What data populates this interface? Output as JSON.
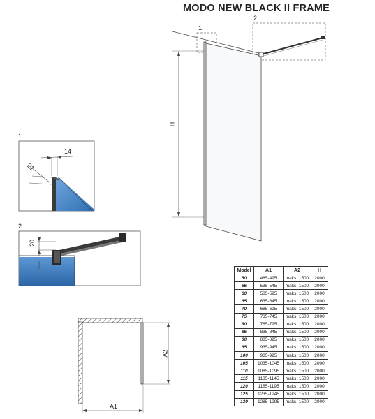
{
  "title": "MODO NEW BLACK II FRAME",
  "labels": {
    "detail1_main": "1.",
    "detail2_main": "2.",
    "detail1_side": "1.",
    "detail2_side": "2.",
    "height_dim": "H",
    "profile_width": "14",
    "profile_depth": "21",
    "bar_height": "20",
    "plan_a1": "A1",
    "plan_a2": "A2"
  },
  "table": {
    "headers": [
      "Model",
      "A1",
      "A2",
      "H"
    ],
    "rows": [
      [
        "50",
        "485-495",
        "maks. 1500",
        "2000"
      ],
      [
        "55",
        "535-545",
        "maks. 1500",
        "2000"
      ],
      [
        "60",
        "585-595",
        "maks. 1500",
        "2000"
      ],
      [
        "65",
        "635-645",
        "maks. 1500",
        "2000"
      ],
      [
        "70",
        "685-695",
        "maks. 1500",
        "2000"
      ],
      [
        "75",
        "735-745",
        "maks. 1500",
        "2000"
      ],
      [
        "80",
        "785-795",
        "maks. 1500",
        "2000"
      ],
      [
        "85",
        "835-845",
        "maks. 1500",
        "2000"
      ],
      [
        "90",
        "885-895",
        "maks. 1500",
        "2000"
      ],
      [
        "95",
        "935-945",
        "maks. 1500",
        "2000"
      ],
      [
        "100",
        "985-995",
        "maks. 1500",
        "2000"
      ],
      [
        "105",
        "1035-1045",
        "maks. 1500",
        "2000"
      ],
      [
        "110",
        "1085-1095",
        "maks. 1500",
        "2000"
      ],
      [
        "115",
        "1135-1145",
        "maks. 1500",
        "2000"
      ],
      [
        "120",
        "1185-1195",
        "maks. 1500",
        "2000"
      ],
      [
        "125",
        "1235-1245",
        "maks. 1500",
        "2000"
      ],
      [
        "130",
        "1285-1295",
        "maks. 1500",
        "2000"
      ]
    ]
  },
  "colors": {
    "glass": "#3d7fc4",
    "frame": "#2a2a2a",
    "line": "#444444"
  }
}
